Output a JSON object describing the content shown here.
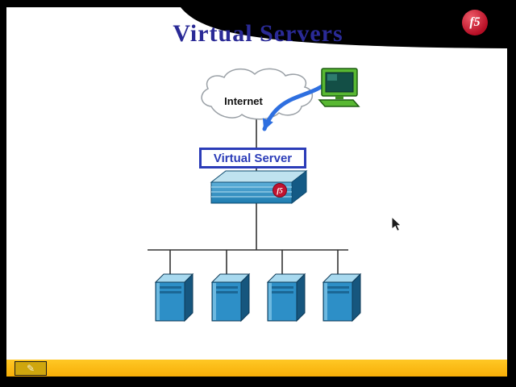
{
  "slide": {
    "title": "Virtual Servers"
  },
  "logo": {
    "text": "f5"
  },
  "diagram": {
    "internet": {
      "label": "Internet"
    },
    "virtual_server": {
      "label": "Virtual Server"
    },
    "appliance": {
      "logo": "f5"
    },
    "servers": {
      "count": 4
    }
  },
  "toolbar": {
    "pen_glyph": "✎"
  },
  "colors": {
    "title_blue": "#2a2a96",
    "box_blue": "#2b3cb8",
    "arrow_blue": "#2e6fe0",
    "server_front_blue": "#2d8fc7",
    "server_top_blue": "#a8d9ef",
    "server_side_blue": "#16567e",
    "logo_red": "#b50d24",
    "bar_yellow": "#fcb813"
  }
}
